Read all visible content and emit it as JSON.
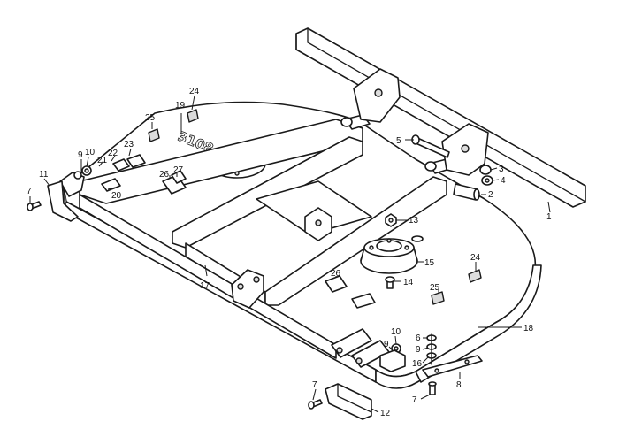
{
  "deck_text": "3108",
  "callouts": {
    "c1": "1",
    "c2": "2",
    "c3": "3",
    "c4": "4",
    "c5": "5",
    "c6": "6",
    "c7a": "7",
    "c7b": "7",
    "c7c": "7",
    "c8": "8",
    "c9a": "9",
    "c9b": "9",
    "c9c": "9",
    "c10a": "10",
    "c10b": "10",
    "c11": "11",
    "c12": "12",
    "c13": "13",
    "c14": "14",
    "c15": "15",
    "c16": "16",
    "c17": "17",
    "c18": "18",
    "c19": "19",
    "c20": "20",
    "c21": "21",
    "c22": "22",
    "c23": "23",
    "c24a": "24",
    "c24b": "24",
    "c25a": "25",
    "c25b": "25",
    "c26a": "26",
    "c26b": "26",
    "c27": "27"
  }
}
